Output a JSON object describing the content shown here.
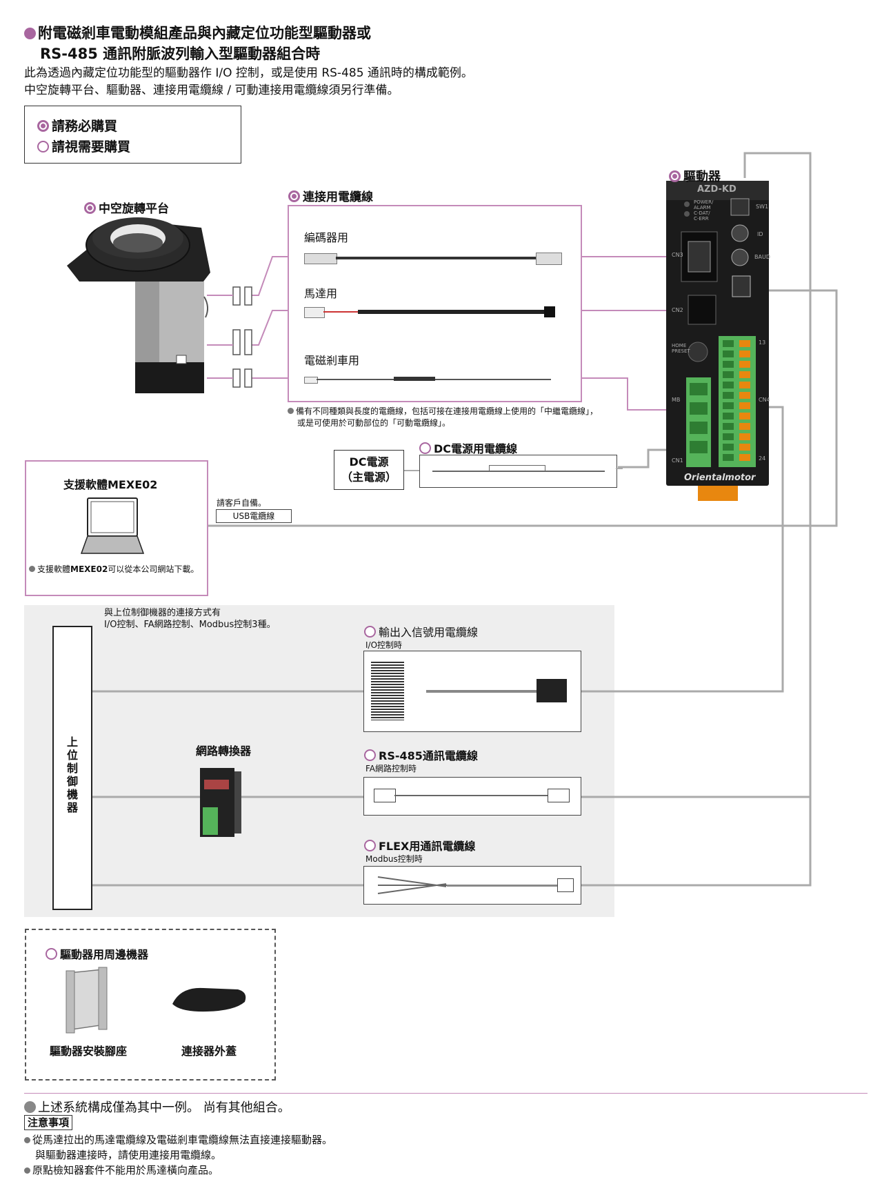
{
  "header": {
    "title_line1": "附電磁剎車電動模組產品與內藏定位功能型驅動器或",
    "title_line2": "RS-485 通訊附脈波列輸入型驅動器組合時",
    "desc_line1": "此為透過內藏定位功能型的驅動器作 I/O 控制，或是使用 RS-485 通訊時的構成範例。",
    "desc_line2": "中空旋轉平台、驅動器、連接用電纜線 / 可動連接用電纜線須另行準備。"
  },
  "legend": {
    "required": "請務必購買",
    "optional": "請視需要購買"
  },
  "rotary_table": {
    "label": "中空旋轉平台"
  },
  "connection_cable": {
    "label": "連接用電纜線",
    "encoder": "編碼器用",
    "motor": "馬達用",
    "brake": "電磁剎車用",
    "note_line1": "備有不同種類與長度的電纜線，包括可接在連接用電纜線上使用的「中繼電纜線」，",
    "note_line2": "或是可使用於可動部位的「可動電纜線」。"
  },
  "driver": {
    "label": "驅動器",
    "model": "AZD-KD",
    "brand": "Orientalmotor",
    "tags": {
      "power": "POWER/",
      "alarm": "ALARM",
      "cdat": "C-DAT/",
      "cerr": "C-ERR",
      "sw1": "SW1",
      "id": "ID",
      "baud": "BAUD",
      "cn2": "CN2",
      "cn3": "CN3",
      "cn4": "CN4",
      "cn1": "CN1",
      "home": "HOME",
      "preset": "PRESET",
      "mb": "MB",
      "n13": "13",
      "n24": "24"
    }
  },
  "dc_power": {
    "label_line1": "DC電源",
    "label_line2": "（主電源）",
    "cable_label": "DC電源用電纜線"
  },
  "software": {
    "label": "支援軟體MEXE02",
    "note_prefix": "支援軟體",
    "note_bold": "MEXE02",
    "note_suffix": "可以從本公司網站下載。",
    "customer_prepare": "請客戶自備。",
    "usb_cable": "USB電纜線"
  },
  "host": {
    "label": "上位制御機器",
    "note_line1": "與上位制御機器的連接方式有",
    "note_line2": "I/O控制、FA網路控制、Modbus控制3種。",
    "network_converter": "網路轉換器"
  },
  "io_cable": {
    "label": "輸出入信號用電纜線",
    "sub": "I/O控制時"
  },
  "rs485_cable": {
    "label": "RS-485通訊電纜線",
    "sub": "FA網路控制時"
  },
  "flex_cable": {
    "label": "FLEX用通訊電纜線",
    "sub": "Modbus控制時"
  },
  "peripherals": {
    "label": "驅動器用周邊機器",
    "mount": "驅動器安裝腳座",
    "cover": "連接器外蓋"
  },
  "footer": {
    "summary": "上述系統構成僅為其中一例。 尚有其他組合。",
    "caution_title": "注意事項",
    "caution1_line1": "從馬達拉出的馬達電纜線及電磁剎車電纜線無法直接連接驅動器。",
    "caution1_line2": "與驅動器連接時，請使用連接用電纜線。",
    "caution2": "原點檢知器套件不能用於馬達橫向產品。"
  },
  "colors": {
    "accent": "#a8669f",
    "line": "#999999",
    "connector_green": "#55b35a",
    "panel_gray": "#eeeeee"
  }
}
